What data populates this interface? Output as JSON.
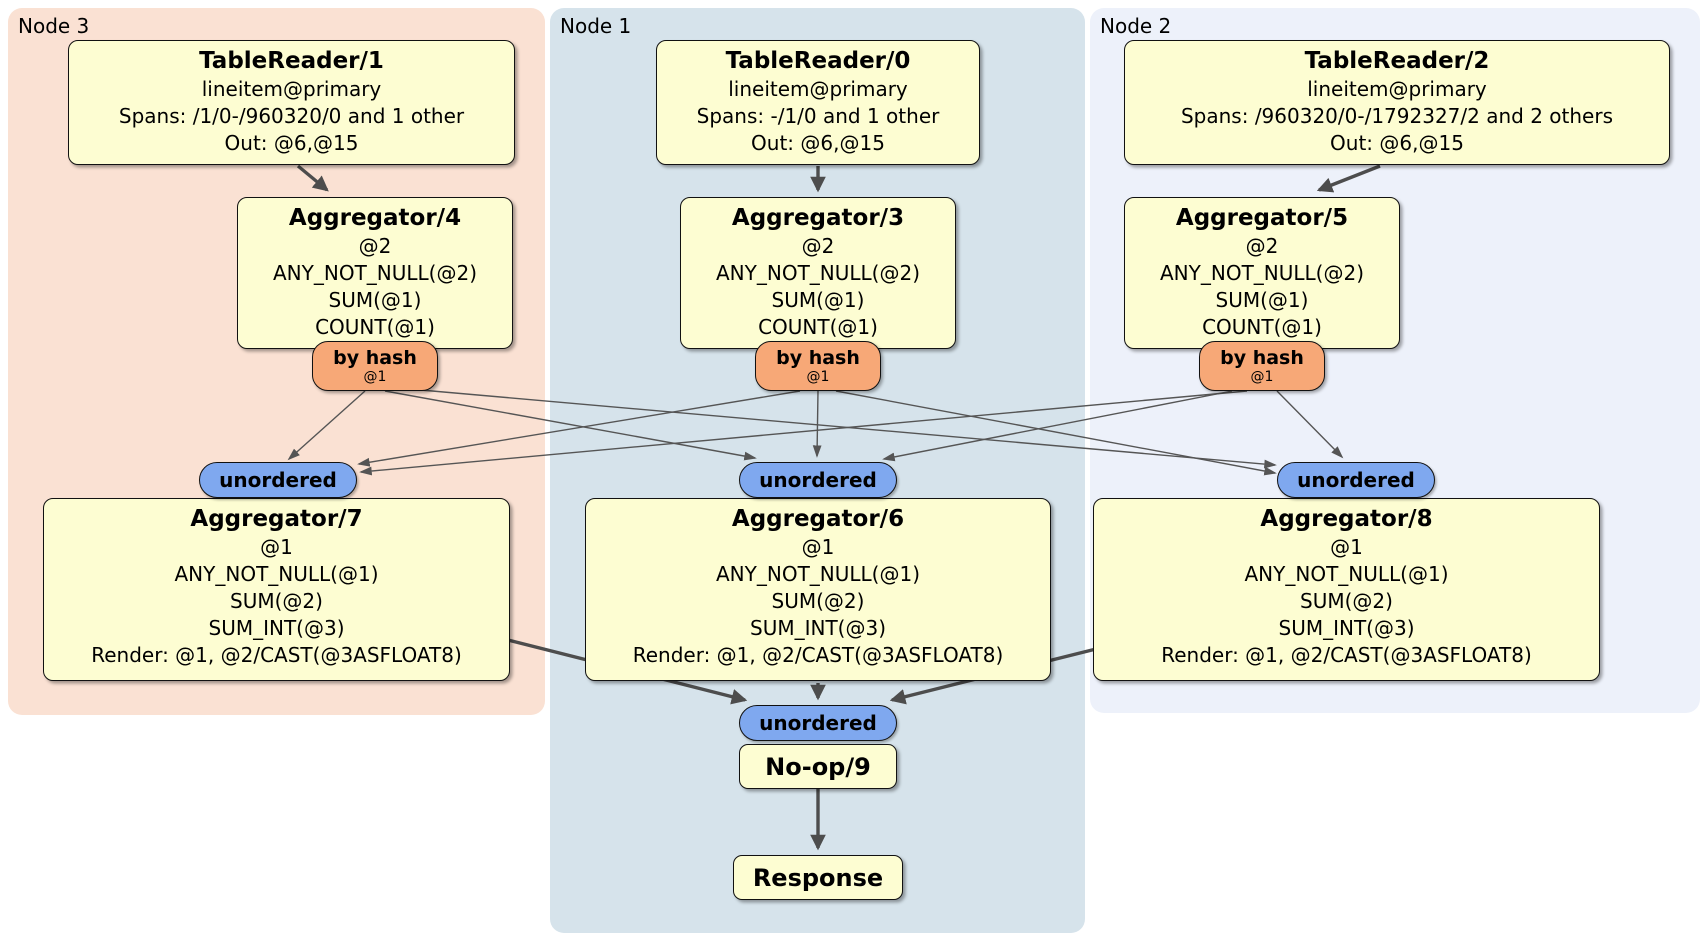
{
  "colors": {
    "panel_node3": "#fae1d3",
    "panel_node1": "#d6e3eb",
    "panel_node2": "#edf1fa",
    "box_fill": "#fdfdd2",
    "router_hash_fill": "#f7a877",
    "router_sync_fill": "#7fa8ef",
    "edge_color": "#4d4d4d"
  },
  "panels": [
    {
      "label": "Node 3"
    },
    {
      "label": "Node 1"
    },
    {
      "label": "Node 2"
    }
  ],
  "processors": {
    "tablereader1": {
      "title": "TableReader/1",
      "table": "lineitem@primary",
      "spans": "Spans: /1/0-/960320/0 and 1 other",
      "out": "Out: @6,@15"
    },
    "tablereader0": {
      "title": "TableReader/0",
      "table": "lineitem@primary",
      "spans": "Spans: -/1/0 and 1 other",
      "out": "Out: @6,@15"
    },
    "tablereader2": {
      "title": "TableReader/2",
      "table": "lineitem@primary",
      "spans": "Spans: /960320/0-/1792327/2 and 2 others",
      "out": "Out: @6,@15"
    },
    "aggregator4": {
      "title": "Aggregator/4",
      "group": "@2",
      "fns": [
        "ANY_NOT_NULL(@2)",
        "SUM(@1)",
        "COUNT(@1)"
      ]
    },
    "aggregator3": {
      "title": "Aggregator/3",
      "group": "@2",
      "fns": [
        "ANY_NOT_NULL(@2)",
        "SUM(@1)",
        "COUNT(@1)"
      ]
    },
    "aggregator5": {
      "title": "Aggregator/5",
      "group": "@2",
      "fns": [
        "ANY_NOT_NULL(@2)",
        "SUM(@1)",
        "COUNT(@1)"
      ]
    },
    "aggregator7": {
      "title": "Aggregator/7",
      "group": "@1",
      "fns": [
        "ANY_NOT_NULL(@1)",
        "SUM(@2)",
        "SUM_INT(@3)"
      ],
      "render": "Render: @1, @2/CAST(@3ASFLOAT8)"
    },
    "aggregator6": {
      "title": "Aggregator/6",
      "group": "@1",
      "fns": [
        "ANY_NOT_NULL(@1)",
        "SUM(@2)",
        "SUM_INT(@3)"
      ],
      "render": "Render: @1, @2/CAST(@3ASFLOAT8)"
    },
    "aggregator8": {
      "title": "Aggregator/8",
      "group": "@1",
      "fns": [
        "ANY_NOT_NULL(@1)",
        "SUM(@2)",
        "SUM_INT(@3)"
      ],
      "render": "Render: @1, @2/CAST(@3ASFLOAT8)"
    },
    "noop": {
      "title": "No-op/9"
    },
    "response": {
      "title": "Response"
    }
  },
  "routers": {
    "hash": {
      "label": "by hash",
      "detail": "@1"
    },
    "sync": {
      "label": "unordered"
    }
  }
}
